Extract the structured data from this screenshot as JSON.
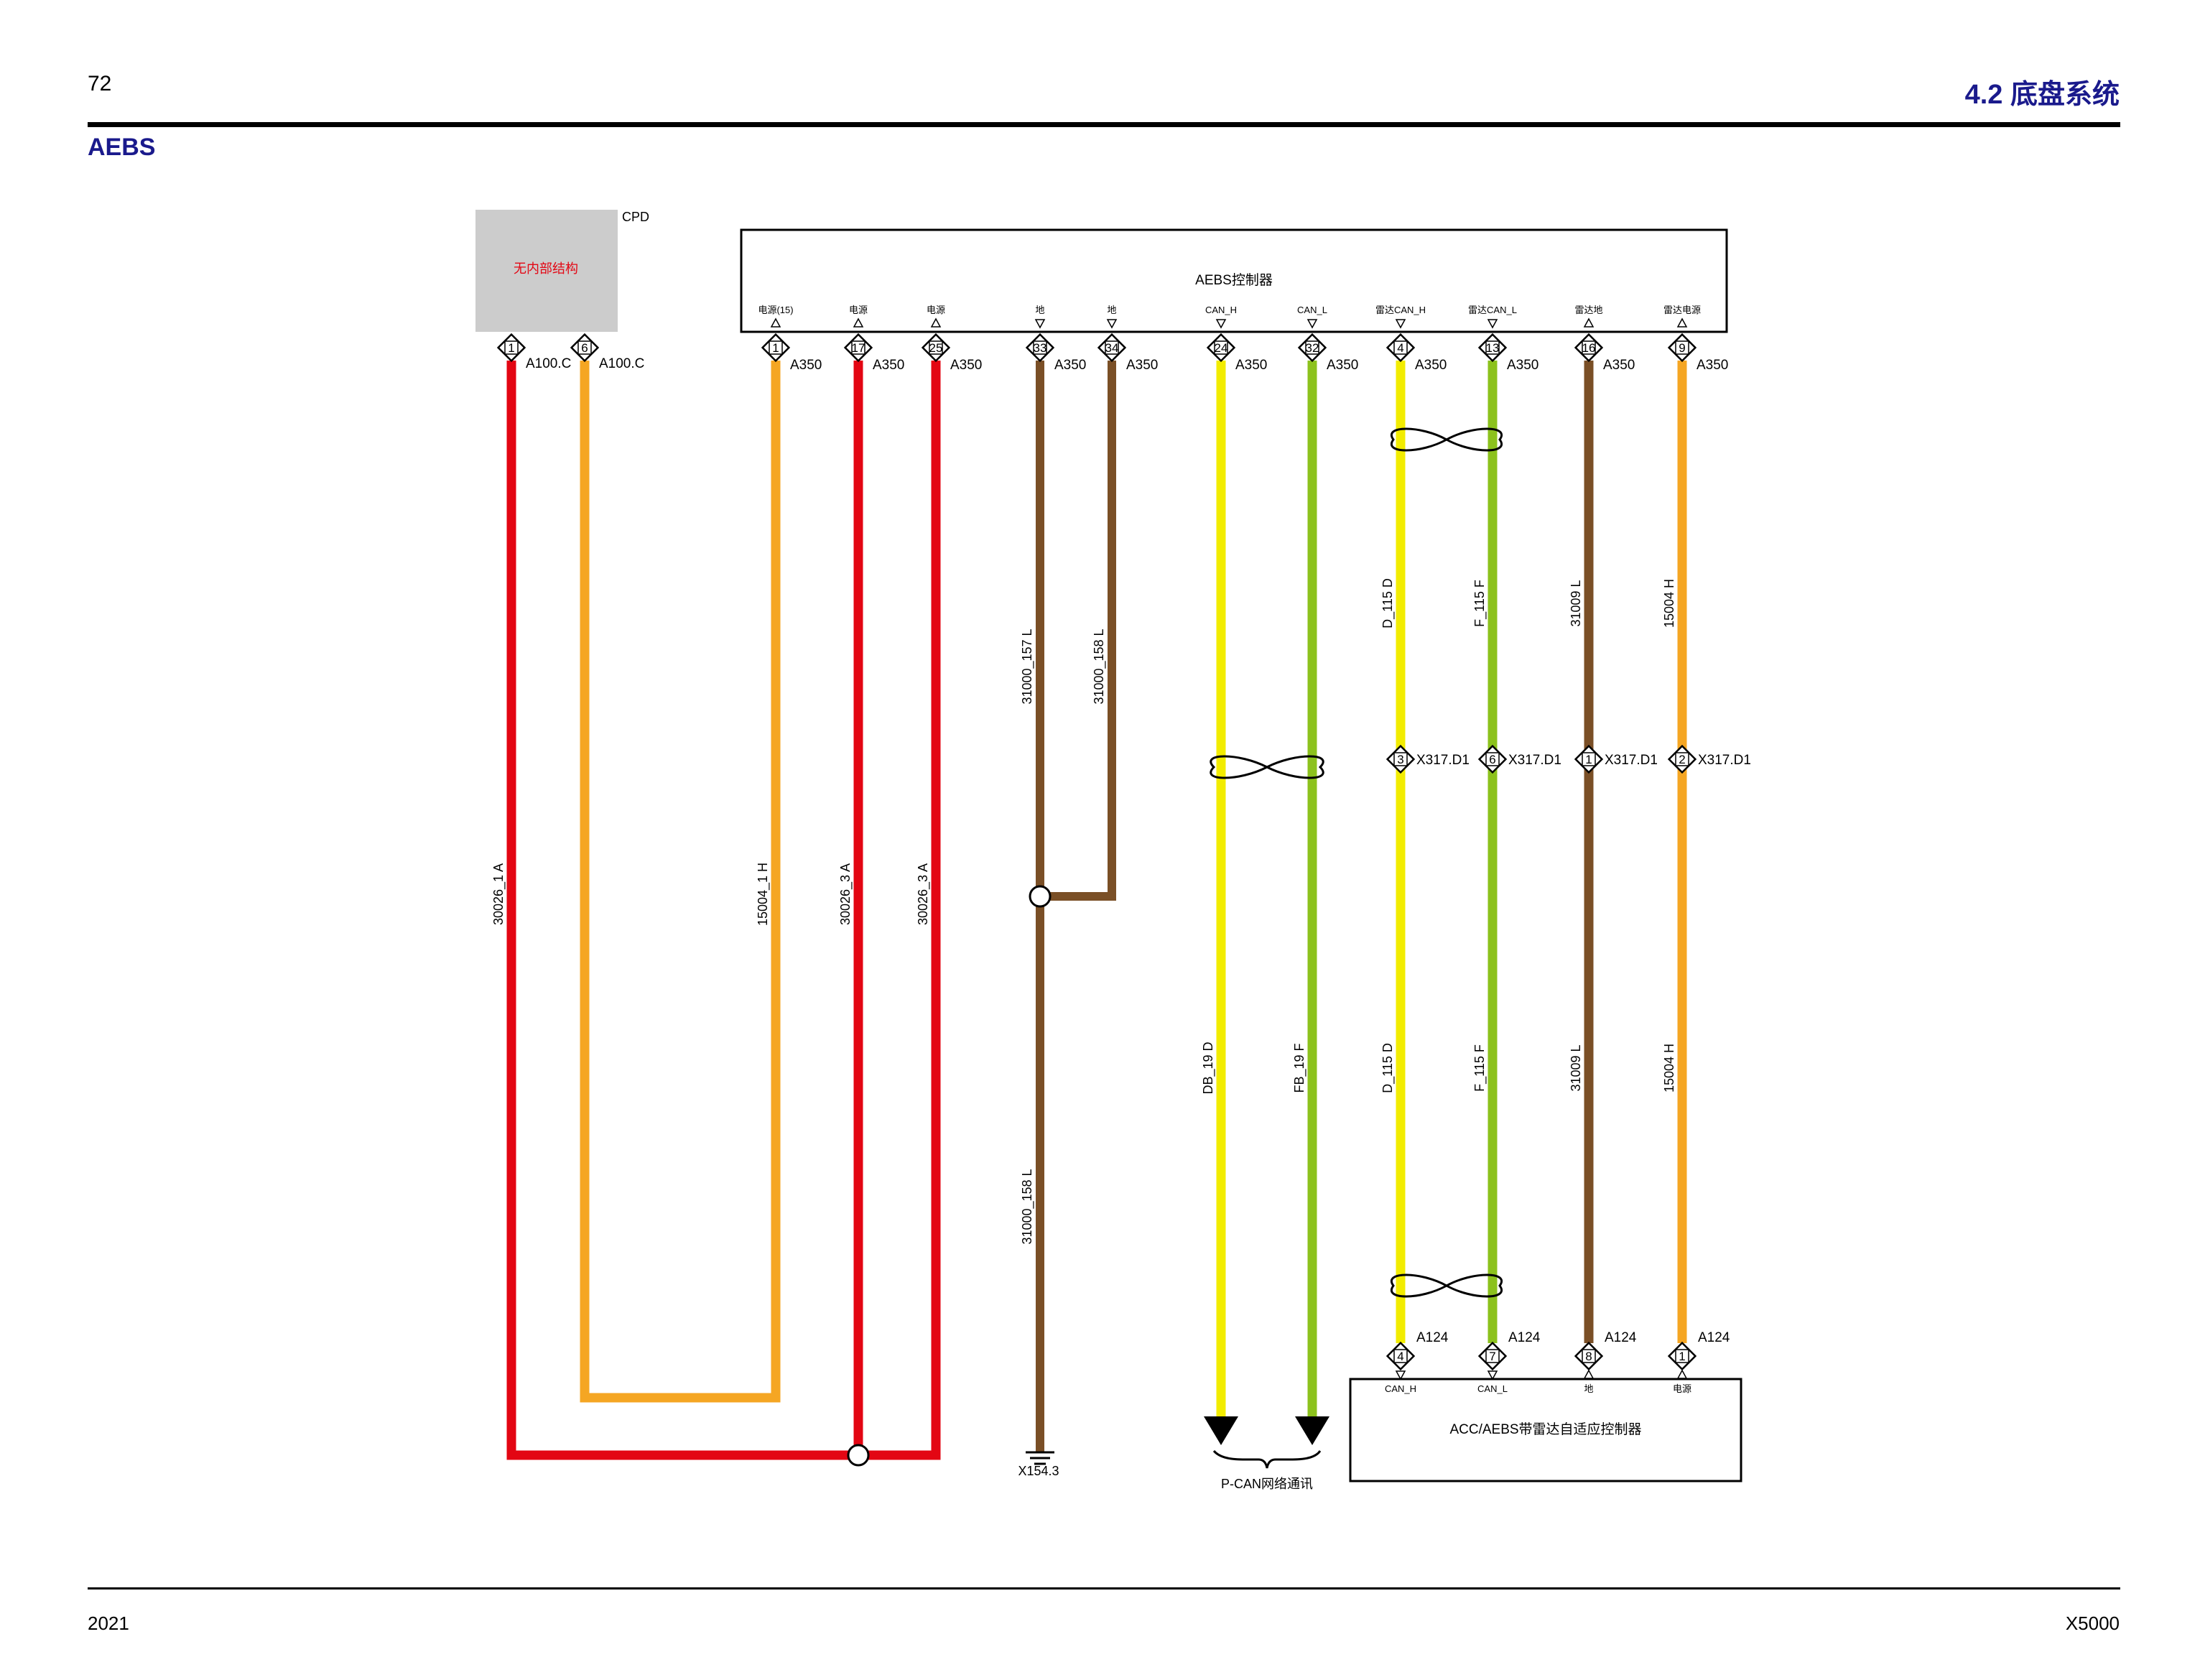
{
  "header": {
    "page_number": "72",
    "section": "4.2 底盘系统",
    "subtitle": "AEBS"
  },
  "footer": {
    "year": "2021",
    "model": "X5000"
  },
  "colors": {
    "red": "#e30613",
    "orange": "#f5a623",
    "brown": "#7a4f26",
    "yellow": "#f2ec00",
    "green": "#8cc21d",
    "title_blue": "#1a1a8c"
  },
  "components": {
    "cpd": {
      "name": "CPD",
      "note": "无内部结构"
    },
    "aebs": {
      "name": "AEBS控制器"
    },
    "acc": {
      "name": "ACC/AEBS带雷达自适应控制器"
    }
  },
  "cpd_pins": [
    {
      "pin": "1",
      "connector": "A100.C"
    },
    {
      "pin": "6",
      "connector": "A100.C"
    }
  ],
  "aebs_pins": [
    {
      "func": "电源(15)",
      "pin": "1",
      "connector": "A350"
    },
    {
      "func": "电源",
      "pin": "17",
      "connector": "A350"
    },
    {
      "func": "电源",
      "pin": "25",
      "connector": "A350"
    },
    {
      "func": "地",
      "pin": "33",
      "connector": "A350"
    },
    {
      "func": "地",
      "pin": "34",
      "connector": "A350"
    },
    {
      "func": "CAN_H",
      "pin": "24",
      "connector": "A350"
    },
    {
      "func": "CAN_L",
      "pin": "32",
      "connector": "A350"
    },
    {
      "func": "雷达CAN_H",
      "pin": "4",
      "connector": "A350"
    },
    {
      "func": "雷达CAN_L",
      "pin": "13",
      "connector": "A350"
    },
    {
      "func": "雷达地",
      "pin": "16",
      "connector": "A350"
    },
    {
      "func": "雷达电源",
      "pin": "9",
      "connector": "A350"
    }
  ],
  "inline_connectors": [
    {
      "pin": "3",
      "connector": "X317.D1"
    },
    {
      "pin": "6",
      "connector": "X317.D1"
    },
    {
      "pin": "1",
      "connector": "X317.D1"
    },
    {
      "pin": "2",
      "connector": "X317.D1"
    }
  ],
  "acc_pins": [
    {
      "func": "CAN_H",
      "pin": "4",
      "connector": "A124"
    },
    {
      "func": "CAN_L",
      "pin": "7",
      "connector": "A124"
    },
    {
      "func": "地",
      "pin": "8",
      "connector": "A124"
    },
    {
      "func": "电源",
      "pin": "1",
      "connector": "A124"
    }
  ],
  "wire_labels": {
    "w30026_1": "30026_1  A",
    "w15004_1": "15004_1  H",
    "w30026_3a": "30026_3  A",
    "w30026_3b": "30026_3  A",
    "w31000_157": "31000_157  L",
    "w31000_158_top": "31000_158  L",
    "w31000_158_bottom": "31000_158  L",
    "wDB_19": "DB_19  D",
    "wFB_19": "FB_19  F",
    "wD_115_top": "D_115  D",
    "wF_115_top": "F_115  F",
    "w31009_top": "31009  L",
    "w15004_top": "15004  H",
    "wD_115_bottom": "D_115  D",
    "wF_115_bottom": "F_115  F",
    "w31009_bottom": "31009  L",
    "w15004_bottom": "15004  H"
  },
  "ground": {
    "label": "X154.3"
  },
  "network": {
    "label": "P-CAN网络通讯"
  }
}
